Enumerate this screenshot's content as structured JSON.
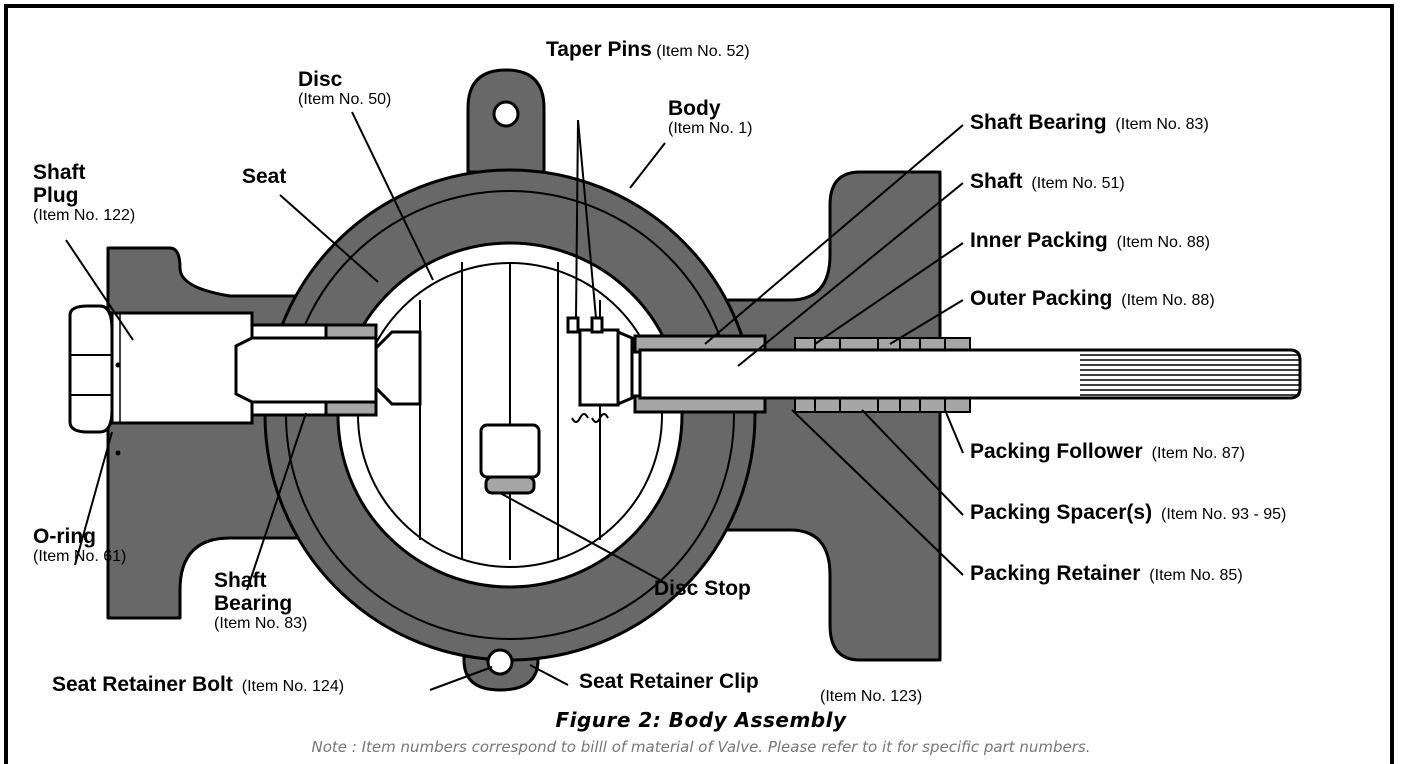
{
  "colors": {
    "body_fill": "#686868",
    "part_fill": "#a6a6a6",
    "white": "#ffffff",
    "line": "#000000"
  },
  "labels": {
    "taper_pins": {
      "name": "Taper Pins",
      "item": "(Item No. 52)"
    },
    "disc": {
      "name": "Disc",
      "item": "(Item No. 50)"
    },
    "body": {
      "name": "Body",
      "item": "(Item No. 1)"
    },
    "seat": {
      "name": "Seat"
    },
    "shaft_plug": {
      "name_line1": "Shaft",
      "name_line2": "Plug",
      "item": "(Item No. 122)"
    },
    "shaft_bearing_top": {
      "name": "Shaft Bearing",
      "item": "(Item No. 83)"
    },
    "shaft": {
      "name": "Shaft",
      "item": "(Item No. 51)"
    },
    "inner_packing": {
      "name": "Inner Packing",
      "item": "(Item No. 88)"
    },
    "outer_packing": {
      "name": "Outer Packing",
      "item": "(Item No. 88)"
    },
    "packing_follower": {
      "name": "Packing Follower",
      "item": "(Item No. 87)"
    },
    "packing_spacers": {
      "name": "Packing Spacer(s)",
      "item": "(Item No. 93 - 95)"
    },
    "packing_retainer": {
      "name": "Packing Retainer",
      "item": "(Item No. 85)"
    },
    "o_ring": {
      "name": "O-ring",
      "item": "(Item No. 61)"
    },
    "shaft_bearing_bottom": {
      "name_line1": "Shaft",
      "name_line2": "Bearing",
      "item": "(Item No. 83)"
    },
    "disc_stop": {
      "name": "Disc Stop"
    },
    "seat_retainer_bolt": {
      "name": "Seat Retainer Bolt",
      "item": "(Item No. 124)"
    },
    "seat_retainer_clip": {
      "name": "Seat Retainer Clip",
      "item": "(Item No. 123)"
    }
  },
  "caption": "Figure 2: Body Assembly",
  "note": "Note : Item numbers correspond to billl of material of Valve. Please refer to it for specific part numbers."
}
